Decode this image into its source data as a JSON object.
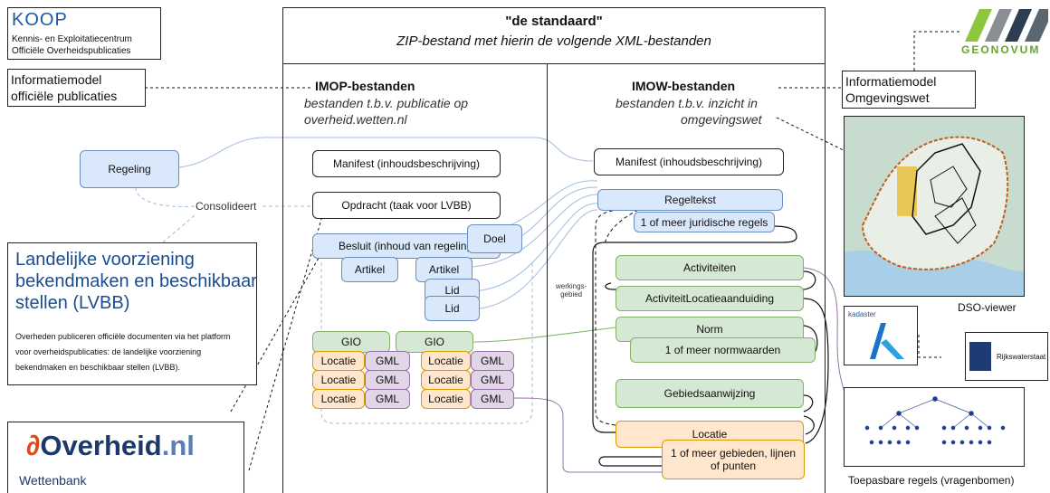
{
  "koop": {
    "name": "KOOP",
    "line1": "Kennis- en Exploitatiecentrum",
    "line2": "Officiële Overheidspublicaties"
  },
  "info_model_pub": {
    "line1": "Informatiemodel",
    "line2": "officiële publicaties"
  },
  "info_model_ow": {
    "line1": "Informatiemodel",
    "line2": "Omgevingswet"
  },
  "geonovum": {
    "name": "GEONOVUM"
  },
  "standard": {
    "title": "\"de standaard\"",
    "subtitle": "ZIP-bestand met hierin de volgende XML-bestanden"
  },
  "imop": {
    "heading": "IMOP-bestanden",
    "sub1": "bestanden t.b.v. publicatie op",
    "sub2": "overheid.wetten.nl"
  },
  "imow": {
    "heading": "IMOW-bestanden",
    "sub1": "bestanden t.b.v. inzicht in",
    "sub2": "omgevingswet"
  },
  "imop_nodes": {
    "manifest": "Manifest (inhoudsbeschrijving)",
    "opdracht": "Opdracht (taak voor LVBB)",
    "besluit": "Besluit (inhoud van regeling)",
    "doel": "Doel",
    "artikel1": "Artikel",
    "artikel2": "Artikel",
    "lid1": "Lid",
    "lid2": "Lid",
    "gio1": "GIO",
    "gio2": "GIO",
    "locatie": "Locatie",
    "gml": "GML"
  },
  "imow_nodes": {
    "manifest": "Manifest (inhoudsbeschrijving)",
    "regeltekst": "Regeltekst",
    "juridische": "1 of meer juridische regels",
    "activiteiten": "Activiteiten",
    "activiteit_locatie": "ActiviteitLocatieaanduiding",
    "norm": "Norm",
    "normwaarden": "1 of meer normwaarden",
    "gebiedsaanwijzing": "Gebiedsaanwijzing",
    "locatie": "Locatie",
    "gebieden": "1 of meer gebieden, lijnen of punten",
    "werkingsgebied": "werkings-\ngebied"
  },
  "left": {
    "regeling": "Regeling",
    "consolideert": "Consolideert",
    "lvbb_title1": "Landelijke voorziening",
    "lvbb_title2": "bekendmaken en beschikbaar",
    "lvbb_title3": "stellen (LVBB)",
    "lvbb_desc1": "Overheden publiceren officiële documenten via het platform",
    "lvbb_desc2": "voor overheidspublicaties: de landelijke voorziening",
    "lvbb_desc3": "bekendmaken en beschikbaar stellen (LVBB).",
    "overheid_brand": "Overheid",
    "overheid_tld": ".nl",
    "wettenbank": "Wettenbank"
  },
  "right": {
    "dso_viewer": "DSO-viewer",
    "rijkswaterstaat": "Rijkswaterstaat",
    "toepasbare": "Toepasbare regels (vragenbomen)"
  }
}
